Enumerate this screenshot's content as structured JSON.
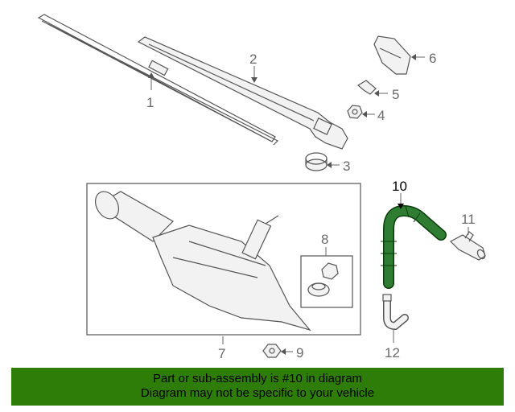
{
  "callouts": {
    "c1": "1",
    "c2": "2",
    "c3": "3",
    "c4": "4",
    "c5": "5",
    "c6": "6",
    "c7": "7",
    "c8": "8",
    "c9": "9",
    "c10": "10",
    "c11": "11",
    "c12": "12"
  },
  "highlight": {
    "part_number": "10",
    "color": "#2e7d32"
  },
  "banner": {
    "line1": "Part or sub-assembly is #10 in diagram",
    "line2": "Diagram may not be specific to your vehicle",
    "background": "#2e7d08"
  }
}
